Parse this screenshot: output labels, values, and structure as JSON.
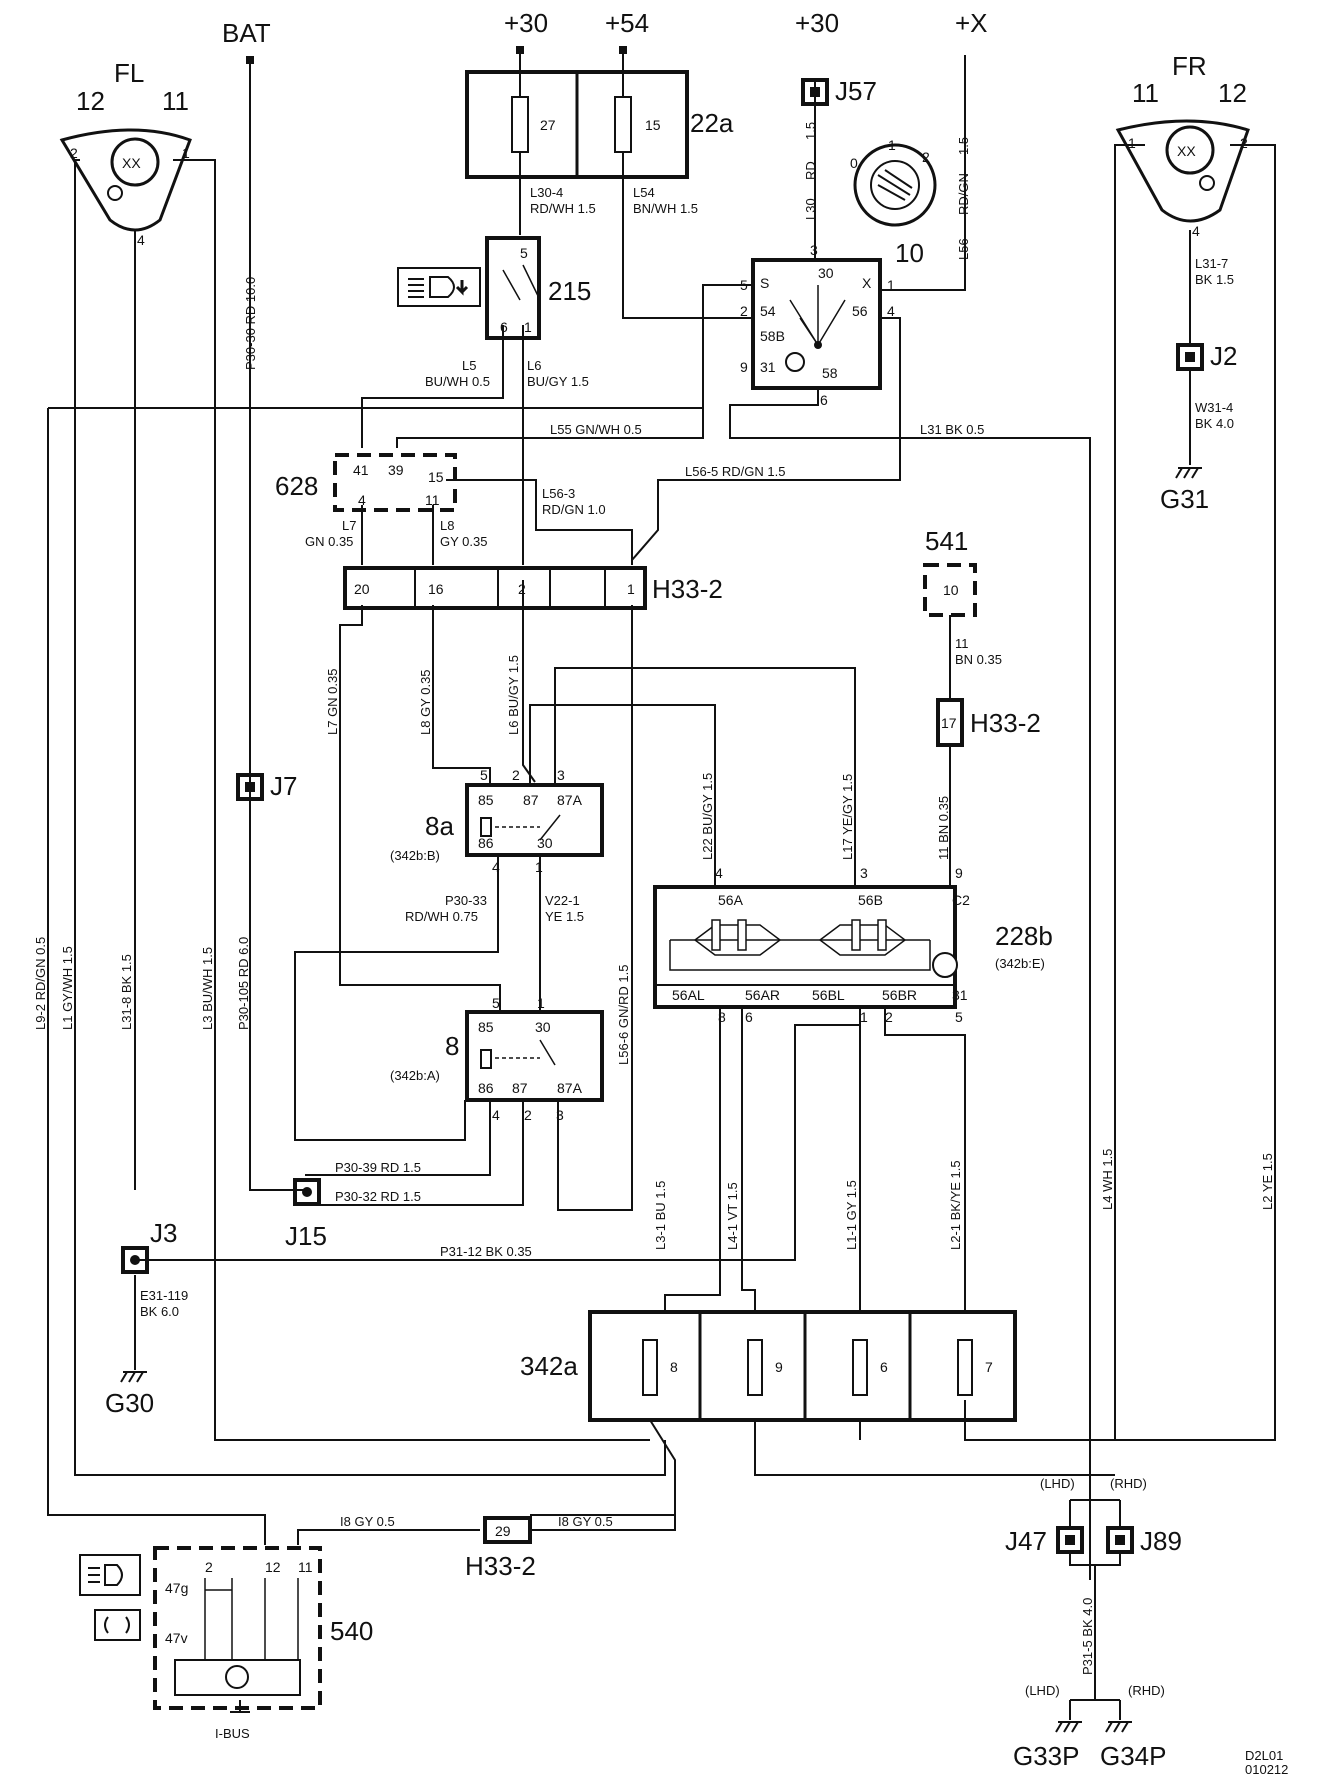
{
  "diagram": {
    "supply": {
      "bat": "BAT",
      "p30a": "+30",
      "p54": "+54",
      "p30b": "+30",
      "px": "+X"
    },
    "headlamps": {
      "fl": {
        "label": "FL",
        "pin12": "12",
        "pin11": "11",
        "pin2": "2",
        "pin1": "1",
        "pin4": "4",
        "lamp": "XX"
      },
      "fr": {
        "label": "FR",
        "pin11": "11",
        "pin12": "12",
        "pin1": "1",
        "pin2": "2",
        "pin4": "4",
        "lamp": "XX"
      }
    },
    "fuse_box_22a": {
      "label": "22a",
      "fuse_a": "27",
      "fuse_b": "15"
    },
    "switch_215": {
      "label": "215",
      "pin5": "5",
      "pin6": "6",
      "pin1": "1"
    },
    "light_switch_10": {
      "label": "10",
      "t_s": "S",
      "t_30": "30",
      "t_x": "X",
      "t_54": "54",
      "t_56": "56",
      "t_58b": "58B",
      "t_31": "31",
      "t_58": "58",
      "p5": "5",
      "p3": "3",
      "p1": "1",
      "p2": "2",
      "p4": "4",
      "p9": "9",
      "p6": "6",
      "knob_0": "0",
      "knob_1": "1",
      "knob_2": "2"
    },
    "connectors": {
      "j57": "J57",
      "j2": "J2",
      "g31": "G31",
      "j7": "J7",
      "j15": "J15",
      "j3": "J3",
      "g30": "G30",
      "j47": "J47",
      "j89": "J89",
      "lhd1": "(LHD)",
      "rhd1": "(RHD)",
      "lhd2": "(LHD)",
      "rhd2": "(RHD)",
      "g33p": "G33P",
      "g34p": "G34P",
      "h33_2_a": "H33-2",
      "h33_2_b": "H33-2",
      "h33_2_c": "H33-2",
      "h33_pin20": "20",
      "h33_pin16": "16",
      "h33_pin2": "2",
      "h33_pin1": "1",
      "h33_pin17": "17",
      "h33_pin29": "29"
    },
    "module_628": {
      "label": "628",
      "p41": "41",
      "p39": "39",
      "p15": "15",
      "p4": "4",
      "p11": "11"
    },
    "module_541": {
      "label": "541",
      "p10": "10"
    },
    "relay_8a": {
      "label": "8a",
      "ref": "(342b:B)",
      "p85": "85",
      "p87": "87",
      "p87a": "87A",
      "p86": "86",
      "p30": "30",
      "p5": "5",
      "p2": "2",
      "p3": "3",
      "p4": "4",
      "p1": "1"
    },
    "relay_8": {
      "label": "8",
      "ref": "(342b:A)",
      "p85": "85",
      "p30": "30",
      "p86": "86",
      "p87": "87",
      "p87a": "87A",
      "p5": "5",
      "p1": "1",
      "p4": "4",
      "p2": "2",
      "p3": "3"
    },
    "module_228b": {
      "label": "228b",
      "ref": "(342b:E)",
      "p56a": "56A",
      "p56b": "56B",
      "pc2": "C2",
      "p56al": "56AL",
      "p56ar": "56AR",
      "p56bl": "56BL",
      "p56br": "56BR",
      "p31": "31",
      "t4": "4",
      "t3": "3",
      "t9": "9",
      "b8": "8",
      "b6": "6",
      "b1": "1",
      "b2": "2",
      "b5": "5"
    },
    "fuse_box_342a": {
      "label": "342a",
      "f1": "8",
      "f2": "9",
      "f3": "6",
      "f4": "7"
    },
    "module_540": {
      "label": "540",
      "p47g": "47g",
      "p47v": "47v",
      "p2": "2",
      "p12": "12",
      "p11": "11",
      "bus": "I-BUS"
    },
    "wires": {
      "l30_4": "L30-4",
      "l30_4c": "RD/WH 1.5",
      "l54": "L54",
      "l54c": "BN/WH 1.5",
      "l5": "L5",
      "l5c": "BU/WH 0.5",
      "l6": "L6",
      "l6c": "BU/GY 1.5",
      "l30v": "L30",
      "rdv": "RD",
      "v15a": "1.5",
      "l56v": "L56",
      "rdgnv": "RD/GN",
      "v15b": "1.5",
      "l31_7": "L31-7",
      "l31_7c": "BK 1.5",
      "w31_4": "W31-4",
      "w31_4c": "BK 4.0",
      "l55": "L55   GN/WH   0.5",
      "l31": "L31   BK   0.5",
      "l56_3": "L56-3",
      "l56_3c": "RD/GN 1.0",
      "l56_5": "L56-5   RD/GN   1.5",
      "l7": "L7",
      "l7c": "GN 0.35",
      "l8": "L8",
      "l8c": "GY 0.35",
      "l11": "11",
      "l11c": "BN   0.35",
      "p30_30": "P30-30   RD   10.0",
      "v_l7": "L7   GN   0.35",
      "v_l8": "L8   GY   0.35",
      "v_l6": "L6   BU/GY   1.5",
      "v_l22": "L22   BU/GY   1.5",
      "v_l17": "L17   YE/GY   1.5",
      "v_11": "11   BN   0.35",
      "p30_33": "P30-33",
      "p30_33c": "RD/WH 0.75",
      "v22_1": "V22-1",
      "v22_1c": "YE 1.5",
      "l56_6": "L56-6   GN/RD   1.5",
      "l9_2": "L9-2   RD/GN   0.5",
      "l1": "L1   GY/WH   1.5",
      "l31_8": "L31-8   BK   1.5",
      "l3": "L3   BU/WH   1.5",
      "p30_105": "P30-105   RD   6.0",
      "p30_39": "P30-39    RD    1.5",
      "p30_32": "P30-32    RD    1.5",
      "p31_12": "P31-12   BK   0.35",
      "e31_119": "E31-119",
      "e31_119c": "BK 6.0",
      "l3_1": "L3-1   BU   1.5",
      "l4_1": "L4-1   VT   1.5",
      "l1_1": "L1-1   GY   1.5",
      "l2_1": "L2-1   BK/YE   1.5",
      "l4": "L4   WH   1.5",
      "l2": "L2   YE   1.5",
      "i8a": "I8   GY   0.5",
      "i8b": "I8   GY   0.5",
      "p31_5": "P31-5   BK   4.0"
    },
    "drawing_ref": {
      "line1": "D2L01",
      "line2": "010212"
    }
  }
}
